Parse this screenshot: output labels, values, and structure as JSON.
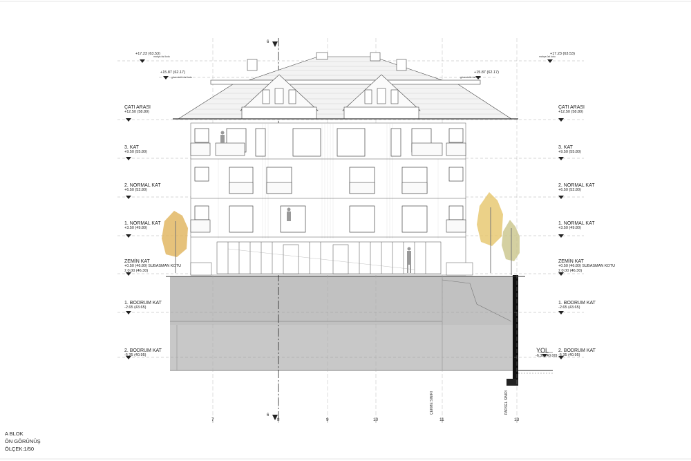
{
  "title": {
    "line1": "A BLOK",
    "line2": "ÖN GÖRÜNÜŞ",
    "line3": "ÖLÇEK:1/50"
  },
  "levels_left": [
    {
      "name": "",
      "elev": "+17.23 (63.53)"
    },
    {
      "name": "",
      "elev": "+15.87 (62.17)"
    },
    {
      "name": "ÇATI ARASI",
      "elev": "+12.50 (58.80)"
    },
    {
      "name": "3. KAT",
      "elev": "+9.50 (55.80)"
    },
    {
      "name": "2. NORMAL KAT",
      "elev": "+6.50 (52.80)"
    },
    {
      "name": "1. NORMAL KAT",
      "elev": "+3.50 (49.80)"
    },
    {
      "name": "ZEMİN KAT",
      "elev": "+0.50 (46.80) SUBASMAN KOTU"
    },
    {
      "name": "",
      "elev": "± 0.00 (46.30)"
    },
    {
      "name": "1. BODRUM KAT",
      "elev": "-2.65 (43.65)"
    },
    {
      "name": "2. BODRUM KAT",
      "elev": "-5.35 (40.95)"
    }
  ],
  "levels_right": [
    {
      "name": "",
      "elev": "+17.23 (63.53)"
    },
    {
      "name": "",
      "elev": "+15.87 (62.17)"
    },
    {
      "name": "ÇATI ARASI",
      "elev": "+12.50 (58.80)"
    },
    {
      "name": "3. KAT",
      "elev": "+9.50 (55.80)"
    },
    {
      "name": "2. NORMAL KAT",
      "elev": "+6.50 (52.80)"
    },
    {
      "name": "1. NORMAL KAT",
      "elev": "+3.50 (49.80)"
    },
    {
      "name": "ZEMİN KAT",
      "elev": "+0.50 (46.80) SUBASMAN KOTU"
    },
    {
      "name": "",
      "elev": "± 0.00 (46.30)"
    },
    {
      "name": "1. BODRUM KAT",
      "elev": "-2.65 (43.65)"
    },
    {
      "name": "2. BODRUM KAT",
      "elev": "-5.35 (40.95)"
    }
  ],
  "road": {
    "label": "YOL",
    "elev": "-6.30 (40.00)"
  },
  "axes": [
    "7",
    "8",
    "9",
    "10",
    "11",
    "13"
  ],
  "section_mark": "6",
  "vertical_labels": {
    "setback": "ÇEKME SINIRI",
    "parcel": "PARSEL SINIRI"
  },
  "notes": {
    "ridge_left": "mahya üst kotu",
    "ridge_right": "mahya üst kotu",
    "gable_left": "güvercinlik üst kotu",
    "gable_right": "güvercinlik üst kotu"
  }
}
